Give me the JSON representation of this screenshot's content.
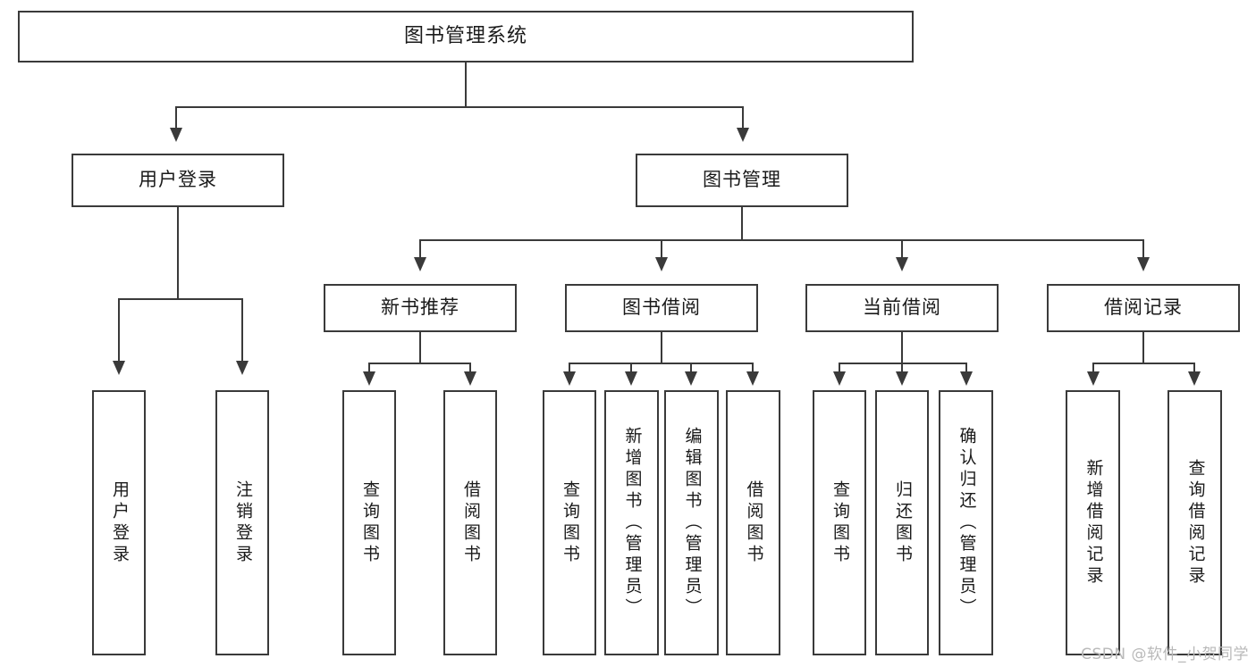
{
  "diagram": {
    "title": "图书管理系统",
    "type": "tree",
    "root": {
      "label": "图书管理系统"
    },
    "level1": [
      {
        "label": "用户登录"
      },
      {
        "label": "图书管理"
      }
    ],
    "level2": [
      {
        "label": "新书推荐"
      },
      {
        "label": "图书借阅"
      },
      {
        "label": "当前借阅"
      },
      {
        "label": "借阅记录"
      }
    ],
    "leaves": {
      "user_login": [
        {
          "label": "用户登录"
        },
        {
          "label": "注销登录"
        }
      ],
      "new_book_recommend": [
        {
          "label": "查询图书"
        },
        {
          "label": "借阅图书"
        }
      ],
      "book_borrow": [
        {
          "label": "查询图书"
        },
        {
          "label": "新增图书（管理员）"
        },
        {
          "label": "编辑图书（管理员）"
        },
        {
          "label": "借阅图书"
        }
      ],
      "current_borrow": [
        {
          "label": "查询图书"
        },
        {
          "label": "归还图书"
        },
        {
          "label": "确认归还（管理员）"
        }
      ],
      "borrow_record": [
        {
          "label": "新增借阅记录"
        },
        {
          "label": "查询借阅记录"
        }
      ]
    }
  },
  "watermark": {
    "text": "CSDN @软件_小贺同学"
  },
  "colors": {
    "stroke": "#3a3a3a",
    "fill": "#ffffff",
    "text": "#1a1a1a",
    "watermark": "#b9b9b9"
  }
}
